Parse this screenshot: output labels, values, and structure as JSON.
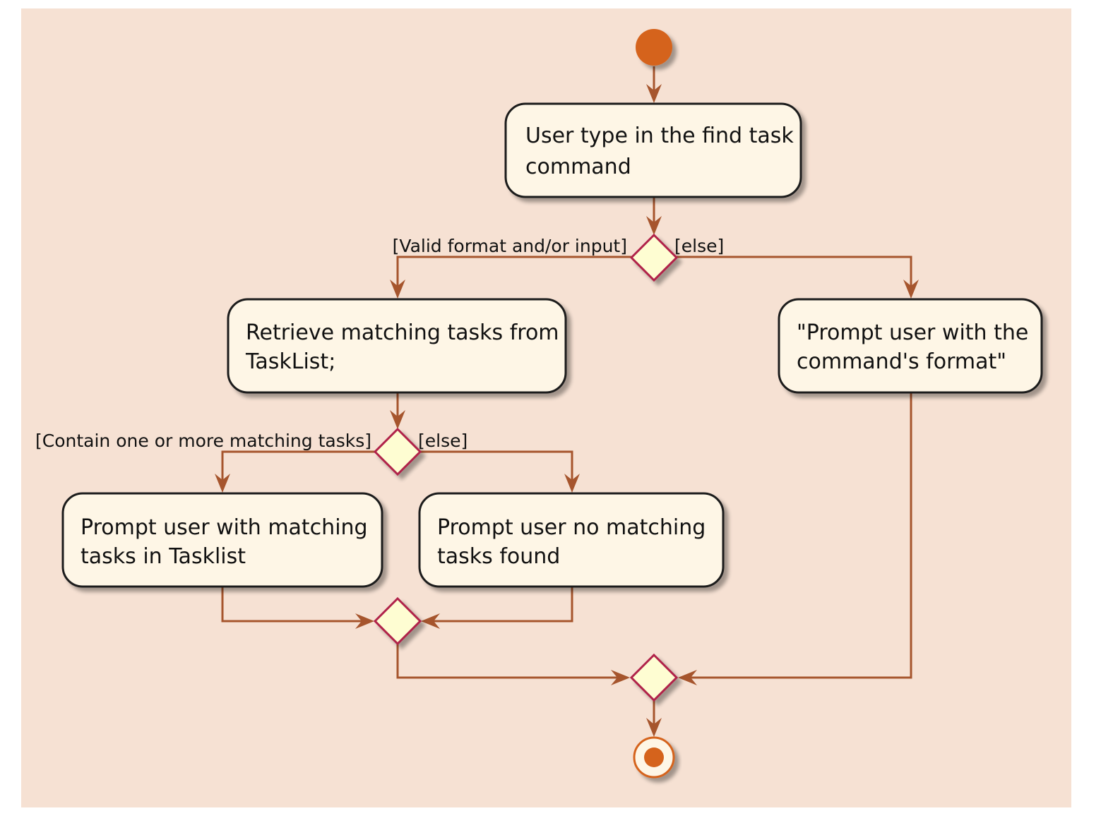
{
  "diagram": {
    "type": "uml-activity",
    "colors": {
      "background": "#f6e1d3",
      "action_fill": "#fef6e6",
      "action_border": "#1a1a1a",
      "decision_fill": "#fefdd2",
      "decision_border": "#b0204a",
      "arrow": "#a6552d",
      "start_fill": "#d5641f",
      "end_border": "#d5641f",
      "end_fill": "#d5641f"
    },
    "actions": {
      "user_type": {
        "line1": "User type in the find task",
        "line2": "command"
      },
      "retrieve": {
        "line1": "Retrieve matching tasks from",
        "line2": "TaskList;"
      },
      "prompt_format": {
        "line1": "\"Prompt user with the",
        "line2": "command's format\""
      },
      "prompt_matching": {
        "line1": "Prompt user with matching",
        "line2": "tasks in Tasklist"
      },
      "prompt_no_match": {
        "line1": "Prompt user no matching",
        "line2": "tasks found"
      }
    },
    "guards": {
      "valid": "[Valid format and/or input]",
      "else_1": "[else]",
      "contain": "[Contain one or more matching tasks]",
      "else_2": "[else]"
    }
  }
}
